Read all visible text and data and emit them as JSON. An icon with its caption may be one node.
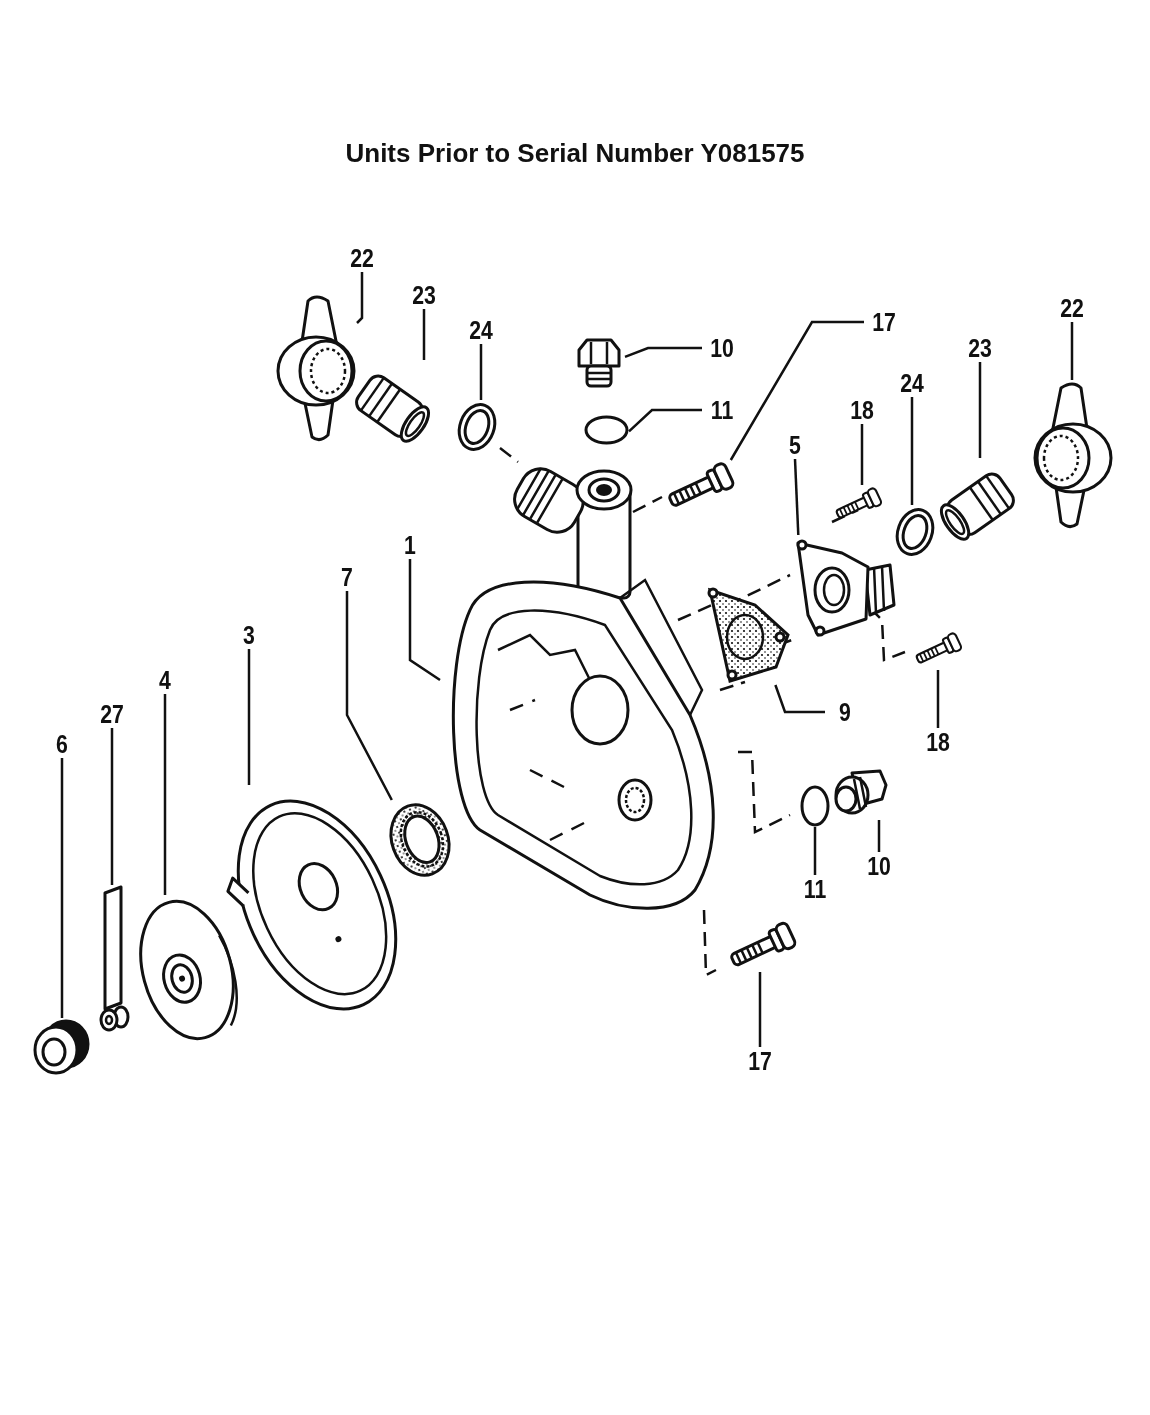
{
  "diagram": {
    "title": "Units Prior to Serial Number Y081575",
    "nodes": [
      {
        "text": [
          "22"
        ]
      },
      {
        "text": [],
        "shape": "picture"
      },
      {
        "text": [
          "23"
        ]
      },
      {
        "text": [],
        "shape": "picture"
      },
      {
        "text": [
          "24"
        ]
      },
      {
        "text": [],
        "shape": "picture"
      },
      {
        "text": [
          "10"
        ]
      },
      {
        "text": [],
        "shape": "picture"
      },
      {
        "text": [
          "11"
        ]
      },
      {
        "text": [],
        "shape": "circle"
      },
      {
        "text": [
          "17"
        ]
      },
      {
        "text": [],
        "shape": "picture"
      },
      {
        "text": [
          "5"
        ]
      },
      {
        "text": [],
        "shape": "picture"
      },
      {
        "text": [
          "18"
        ]
      },
      {
        "text": [],
        "shape": "picture"
      },
      {
        "text": [
          "24"
        ]
      },
      {
        "text": [],
        "shape": "picture"
      },
      {
        "text": [
          "23"
        ]
      },
      {
        "text": [],
        "shape": "picture"
      },
      {
        "text": [
          "22"
        ]
      },
      {
        "text": [],
        "shape": "picture"
      },
      {
        "text": [
          "1"
        ]
      },
      {
        "text": [],
        "shape": "picture"
      },
      {
        "text": [
          "7"
        ]
      },
      {
        "text": [],
        "shape": "picture"
      },
      {
        "text": [
          "9"
        ]
      },
      {
        "text": [],
        "shape": "picture"
      },
      {
        "text": [
          "18"
        ]
      },
      {
        "text": [],
        "shape": "picture"
      },
      {
        "text": [
          "3"
        ]
      },
      {
        "text": [],
        "shape": "picture"
      },
      {
        "text": [
          "4"
        ]
      },
      {
        "text": [],
        "shape": "picture"
      },
      {
        "text": [
          "27"
        ]
      },
      {
        "text": [],
        "shape": "bar"
      },
      {
        "text": [
          "6"
        ]
      },
      {
        "text": [],
        "shape": "picture"
      },
      {
        "text": [
          "10"
        ]
      },
      {
        "text": [],
        "shape": "picture"
      },
      {
        "text": [
          "11"
        ]
      },
      {
        "text": [],
        "shape": "circle"
      },
      {
        "text": [
          "17"
        ]
      },
      {
        "text": [],
        "shape": "picture"
      }
    ],
    "edges": [
      {
        "from": 0,
        "to": 1,
        "arrow": "none"
      },
      {
        "from": 2,
        "to": 3,
        "arrow": "none"
      },
      {
        "from": 4,
        "to": 5,
        "arrow": "none"
      },
      {
        "from": 6,
        "to": 7,
        "arrow": "none"
      },
      {
        "from": 8,
        "to": 9,
        "arrow": "none"
      },
      {
        "from": 10,
        "to": 11,
        "arrow": "none"
      },
      {
        "from": 12,
        "to": 13,
        "arrow": "none"
      },
      {
        "from": 14,
        "to": 15,
        "arrow": "none"
      },
      {
        "from": 16,
        "to": 17,
        "arrow": "none"
      },
      {
        "from": 18,
        "to": 19,
        "arrow": "none"
      },
      {
        "from": 20,
        "to": 21,
        "arrow": "none"
      },
      {
        "from": 22,
        "to": 23,
        "arrow": "none"
      },
      {
        "from": 24,
        "to": 25,
        "arrow": "none"
      },
      {
        "from": 26,
        "to": 27,
        "arrow": "none"
      },
      {
        "from": 28,
        "to": 29,
        "arrow": "none"
      },
      {
        "from": 30,
        "to": 31,
        "arrow": "none"
      },
      {
        "from": 32,
        "to": 33,
        "arrow": "none"
      },
      {
        "from": 34,
        "to": 35,
        "arrow": "none"
      },
      {
        "from": 36,
        "to": 37,
        "arrow": "none"
      },
      {
        "from": 38,
        "to": 39,
        "arrow": "none"
      },
      {
        "from": 40,
        "to": 41,
        "arrow": "none"
      },
      {
        "from": 42,
        "to": 43,
        "arrow": "none"
      }
    ]
  }
}
